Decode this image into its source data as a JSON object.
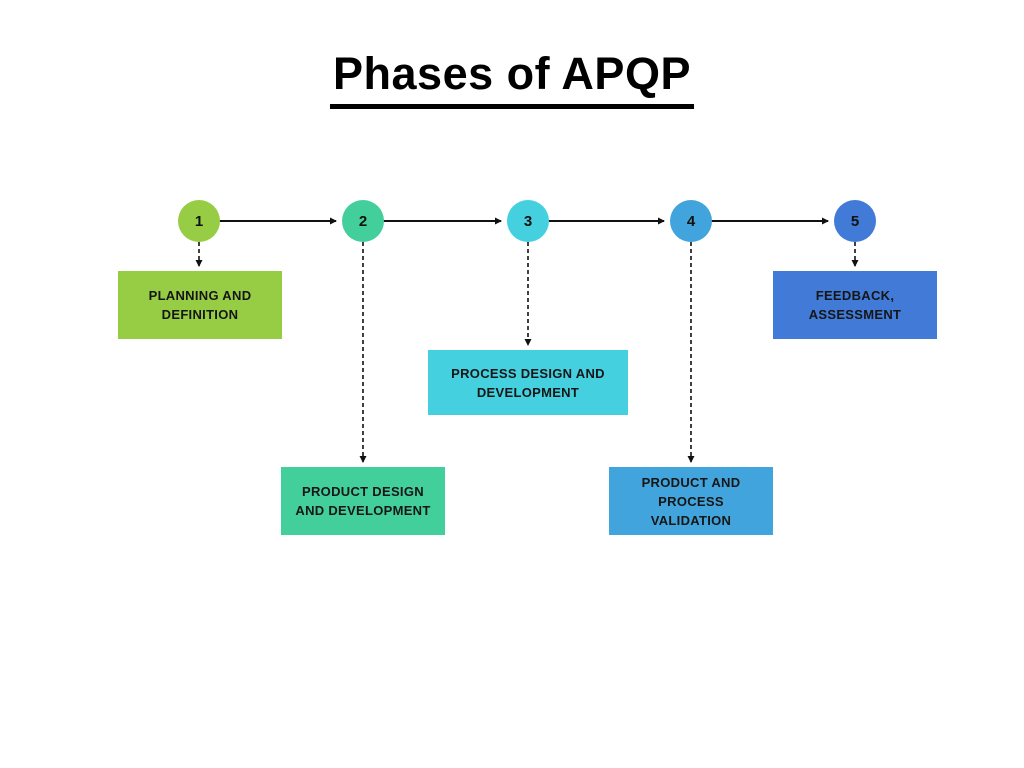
{
  "title": "Phases of APQP",
  "connector_color": "#111111",
  "phases": [
    {
      "number": "1",
      "label_lines": [
        "PLANNING AND",
        "DEFINITION"
      ],
      "color": "#97cd44"
    },
    {
      "number": "2",
      "label_lines": [
        "PRODUCT DESIGN",
        "AND DEVELOPMENT"
      ],
      "color": "#43cf9c"
    },
    {
      "number": "3",
      "label_lines": [
        "PROCESS DESIGN AND",
        "DEVELOPMENT"
      ],
      "color": "#45d0e0"
    },
    {
      "number": "4",
      "label_lines": [
        "PRODUCT AND",
        "PROCESS",
        "VALIDATION"
      ],
      "color": "#42a4dc"
    },
    {
      "number": "5",
      "label_lines": [
        "FEEDBACK,",
        "ASSESSMENT"
      ],
      "color": "#417bd7"
    }
  ]
}
